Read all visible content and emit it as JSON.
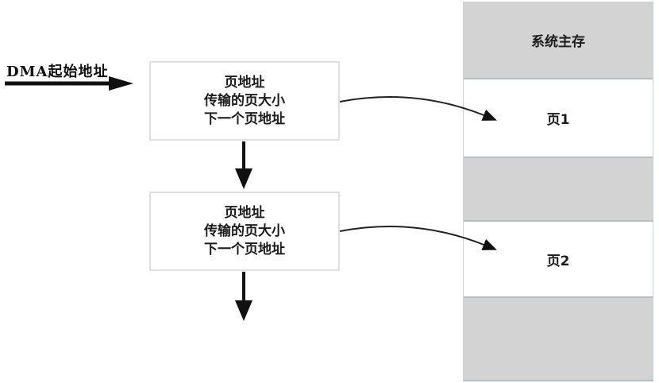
{
  "diagram": {
    "dma_label": "DMA起始地址",
    "descriptor_boxes": [
      {
        "lines": [
          "页地址",
          "传输的页大小",
          "下一个页地址"
        ]
      },
      {
        "lines": [
          "页地址",
          "传输的页大小",
          "下一个页地址"
        ]
      }
    ],
    "memory": {
      "title": "系统主存",
      "pages": [
        "页1",
        "页2"
      ]
    },
    "colors": {
      "memory_gray": "#d3d3d3",
      "block_separator": "#b3bdc3",
      "descriptor_border": "#e0e0e0",
      "arrow_black": "#111111",
      "text_black": "#1c1c1c",
      "background": "#ffffff"
    }
  }
}
